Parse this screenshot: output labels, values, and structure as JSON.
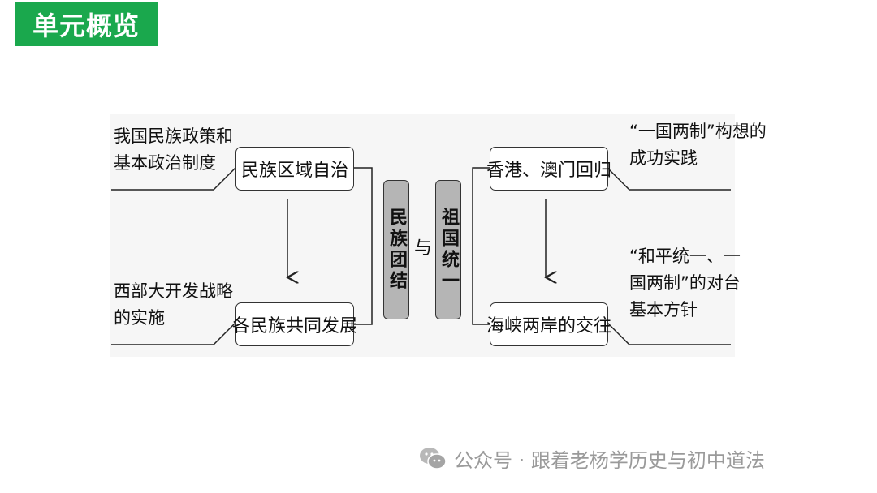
{
  "header": {
    "title": "单元概览"
  },
  "diagram": {
    "left": {
      "top_box": "民族区域自治",
      "top_note": [
        "我国民族政策和",
        "基本政治制度"
      ],
      "bottom_box": "各民族共同发展",
      "bottom_note": [
        "西部大开发战略",
        "的实施"
      ]
    },
    "center": {
      "left_vertical": "民族团结",
      "connector": "与",
      "right_vertical": "祖国统一"
    },
    "right": {
      "top_box": "香港、澳门回归",
      "top_note": [
        "“一国两制”构想的",
        "成功实践"
      ],
      "bottom_box": "海峡两岸的交往",
      "bottom_note": [
        "“和平统一、一",
        "国两制”的对台",
        "基本方针"
      ]
    }
  },
  "watermark": {
    "text": "公众号 · 跟着老杨学历史与初中道法",
    "icon": "wechat-icon"
  }
}
